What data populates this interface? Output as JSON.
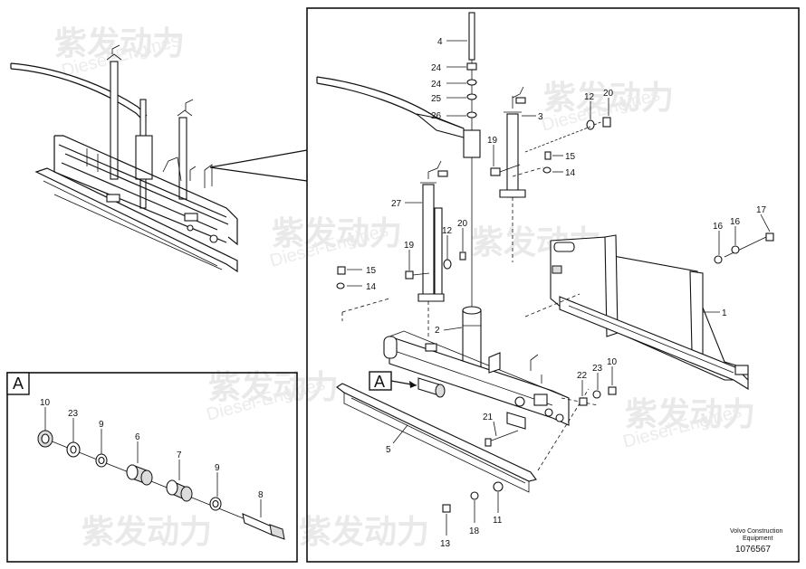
{
  "watermark": {
    "brand_cn": "紫发动力",
    "brand_en": "Diesel-Engines"
  },
  "inset_label": "A",
  "main_view_label": "A",
  "publisher": {
    "line1": "Volvo Construction",
    "line2": "Equipment",
    "figure_number": "1076567"
  },
  "callouts": {
    "c4": "4",
    "c24a": "24",
    "c24b": "24",
    "c25": "25",
    "c26": "26",
    "c12a": "12",
    "c20a": "20",
    "c3": "3",
    "c19a": "19",
    "c15a": "15",
    "c14a": "14",
    "c27": "27",
    "c20b": "20",
    "c12b": "12",
    "c19b": "19",
    "c15b": "15",
    "c14b": "14",
    "c2": "2",
    "c17": "17",
    "c16a": "16",
    "c16b": "16",
    "c1": "1",
    "c22": "22",
    "c23a": "23",
    "c10a": "10",
    "c21": "21",
    "c5": "5",
    "c13": "13",
    "c18": "18",
    "c11": "11",
    "i10": "10",
    "i23": "23",
    "i9a": "9",
    "i6": "6",
    "i7": "7",
    "i9b": "9",
    "i8": "8"
  }
}
